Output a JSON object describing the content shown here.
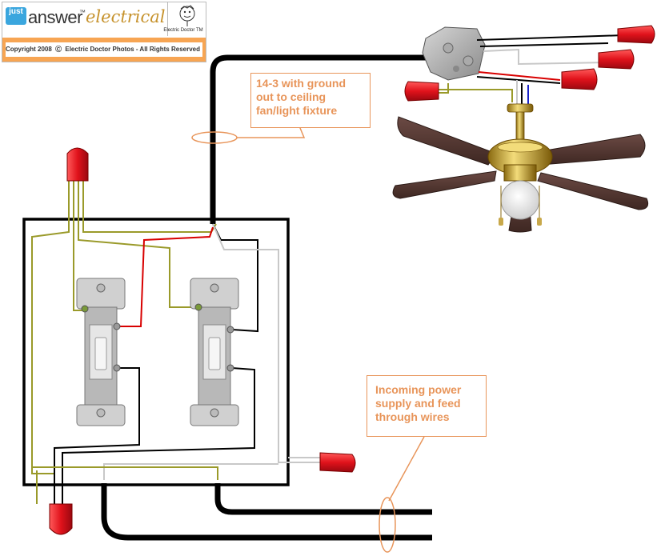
{
  "logo": {
    "badge": "just",
    "brand_word": "answer",
    "brand_tm": "™",
    "brand_suffix": "electrical",
    "mascot_label": "Electric Doctor TM",
    "copyright_year": "Copyright 2008",
    "copyright_symbol": "©",
    "copyright_text": "Electric Doctor Photos - All Rights Reserved"
  },
  "callouts": {
    "fan_cable": "14-3 with ground out to ceiling fan/light fixture",
    "power_supply": "Incoming power supply and feed through wires"
  },
  "colors": {
    "hot": "#000000",
    "traveler_red": "#d80000",
    "neutral": "#c8c8c8",
    "ground": "#9a9a2a",
    "wirenut": "#e0121b",
    "callout_orange": "#e8955a",
    "blue_wire": "#1a22c8"
  }
}
